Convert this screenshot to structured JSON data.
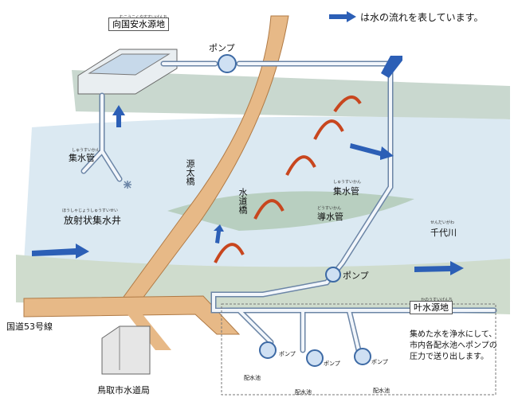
{
  "legend": {
    "text": "は水の流れを表しています。"
  },
  "labels": {
    "reservoir_ruby": "むこうこくやすすいげんち",
    "reservoir": "向国安水源地",
    "pump_top": "ポンプ",
    "pump_mid": "ポンプ",
    "pump_b1": "ポンプ",
    "pump_b2": "ポンプ",
    "pump_b3": "ポンプ",
    "collect_left": "集水管",
    "collect_left_ruby": "しゅうすいかん",
    "radial_well": "放射状集水井",
    "radial_well_ruby": "ほうしゃじょうしゅうすいせい",
    "genta_bridge": "源太橋",
    "suido_bridge": "水道橋",
    "collect_right": "集水管",
    "collect_right_ruby": "しゅうすいかん",
    "conduit": "導水管",
    "conduit_ruby": "どうすいかん",
    "river": "千代川",
    "river_ruby": "せんだいがわ",
    "route53": "国道53号線",
    "kano": "叶水源地",
    "kano_ruby": "かのうすいげんち",
    "office": "鳥取市水道局",
    "out1": "配水池",
    "out2": "配水池",
    "out3": "配水池"
  },
  "note": "集めた水を浄水にして、市内各配水池へポンプの圧力で送り出します。",
  "colors": {
    "water": "#2c5fb6",
    "river": "#dbe9f2",
    "bank": "#c9d8cf",
    "road": "#e7b987",
    "bridge_arch": "#c8461e",
    "pipe": "#f2f6fb"
  }
}
